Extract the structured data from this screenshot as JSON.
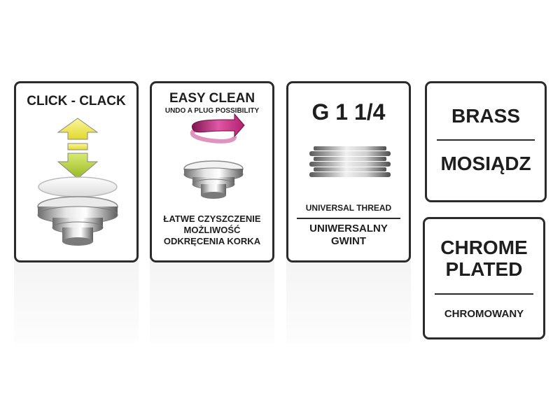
{
  "cards": {
    "click_clack": {
      "title": "CLICK - CLACK"
    },
    "easy_clean": {
      "title": "EASY CLEAN",
      "subtitle": "UNDO A PLUG POSSIBILITY",
      "polish_text": [
        "ŁATWE CZYSZCZENIE",
        "MOŻLIWOŚĆ",
        "ODKRĘCENIA KORKA"
      ]
    },
    "thread": {
      "title": "G 1 1/4",
      "label_en": "UNIVERSAL THREAD",
      "label_pl": [
        "UNIWERSALNY",
        "GWINT"
      ]
    },
    "material": {
      "label_en": "BRASS",
      "label_pl": "MOSIĄDZ"
    },
    "finish": {
      "label_en": [
        "CHROME",
        "PLATED"
      ],
      "label_pl": "CHROMOWANY"
    }
  },
  "colors": {
    "border": "#2b2b2b",
    "arrow_yellow": "#f1ea3a",
    "arrow_green": "#b8d433",
    "arrow_magenta": "#c0237b",
    "metal": "#9a9a9a"
  },
  "icons": [
    "up-down-arrow-icon",
    "plug-icon",
    "rotate-arrow-icon",
    "thread-icon"
  ]
}
